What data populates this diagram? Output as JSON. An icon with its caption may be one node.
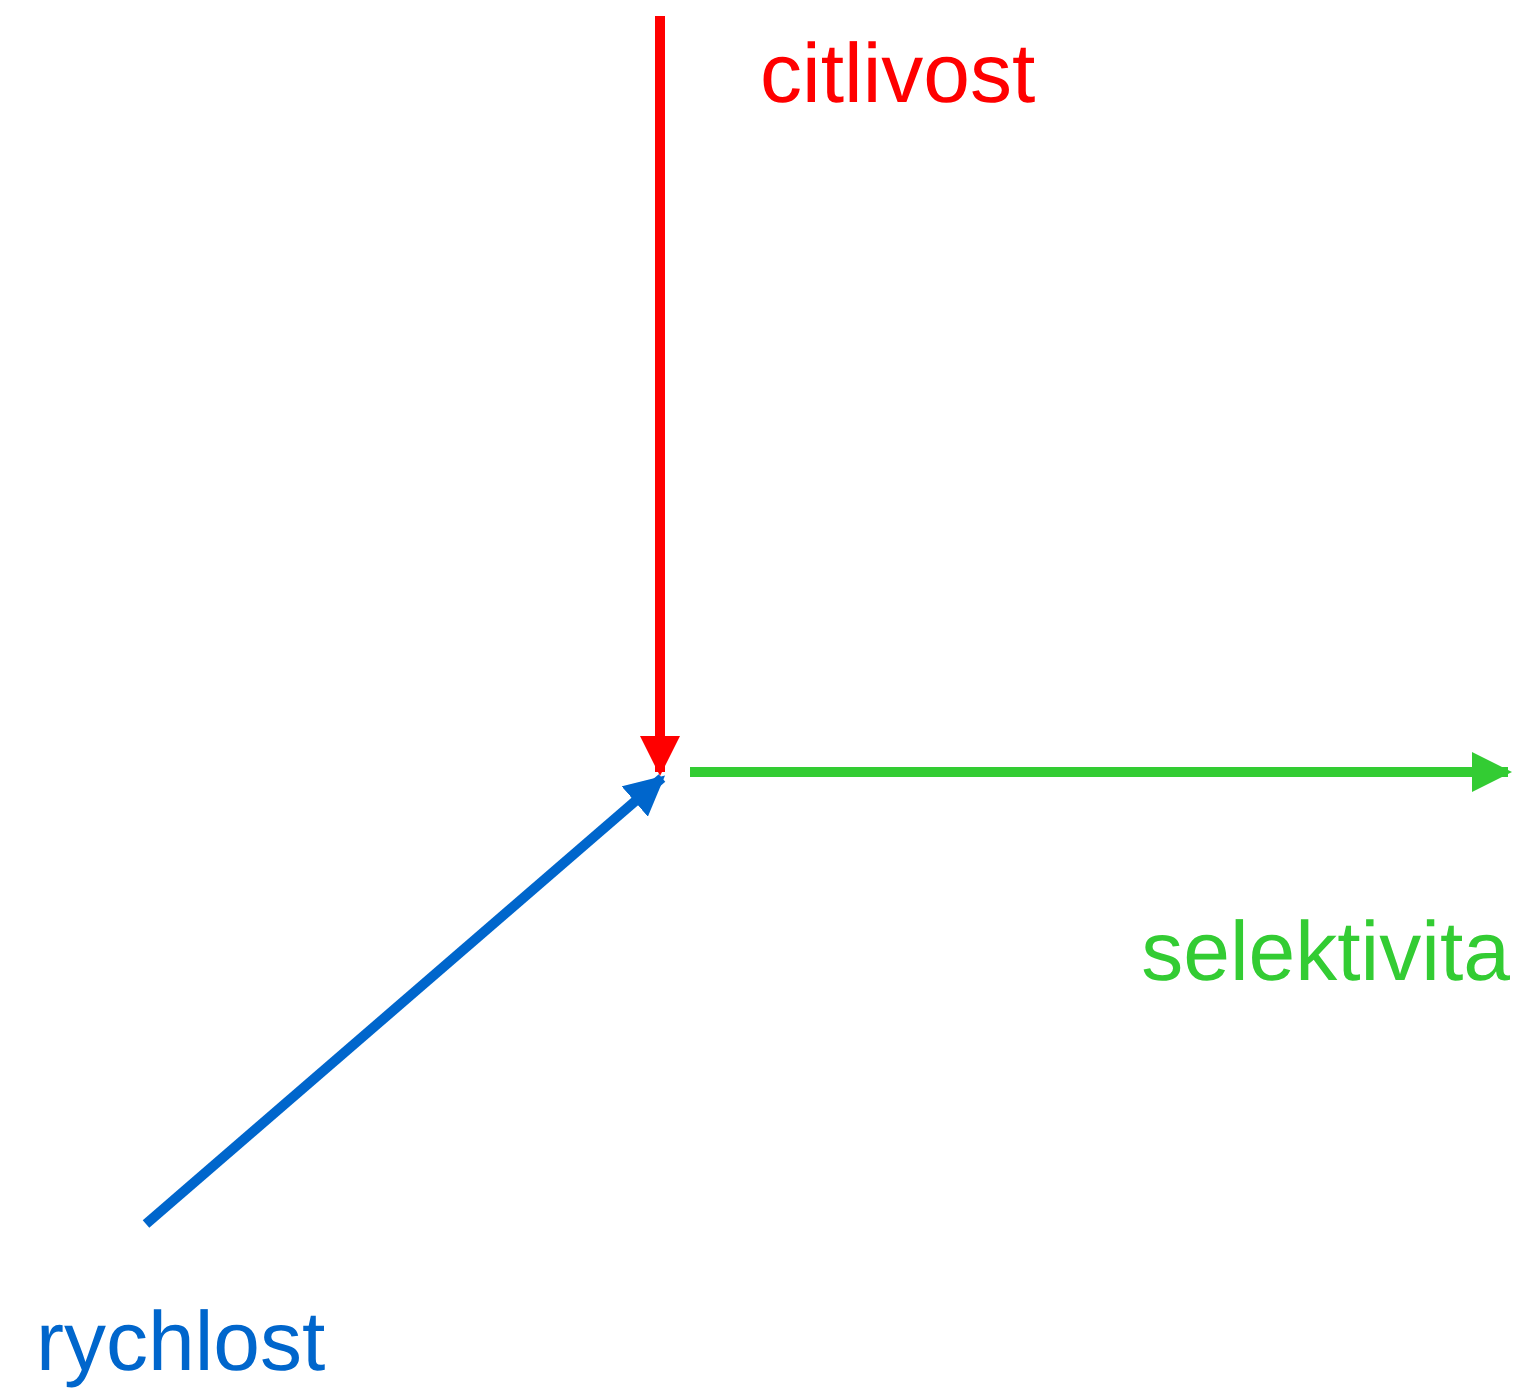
{
  "diagram": {
    "labels": [
      "citlivost",
      "selektivita",
      "rychlost"
    ]
  }
}
